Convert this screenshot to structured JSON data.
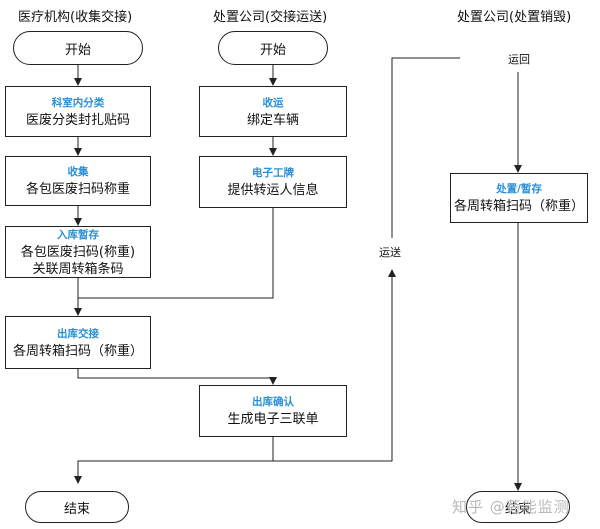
{
  "lanes": {
    "hospital": "医疗机构(收集交接)",
    "transfer": "处置公司(交接运送)",
    "disposal": "处置公司(处置销毁)"
  },
  "hospital": {
    "start": "开始",
    "sort_title": "科室内分类",
    "sort_text": "医废分类封扎贴码",
    "collect_title": "收集",
    "collect_text": "各包医废扫码称重",
    "store_title": "入库暂存",
    "store_text_1": "各包医废扫码(称重)",
    "store_text_2": "关联周转箱条码",
    "handover_title": "出库交接",
    "handover_text": "各周转箱扫码（称重）",
    "end": "结束"
  },
  "transfer": {
    "start": "开始",
    "pickup_title": "收运",
    "pickup_text": "绑定车辆",
    "ticket_title": "电子工牌",
    "ticket_text": "提供转运人信息",
    "confirm_title": "出库确认",
    "confirm_text": "生成电子三联单"
  },
  "disposal": {
    "return_label": "运回",
    "process_title": "处置/暂存",
    "process_text": "各周转箱扫码（称重）",
    "end": "结束"
  },
  "edges": {
    "ship_label": "运送"
  },
  "watermark": "知乎 @荷能监测"
}
